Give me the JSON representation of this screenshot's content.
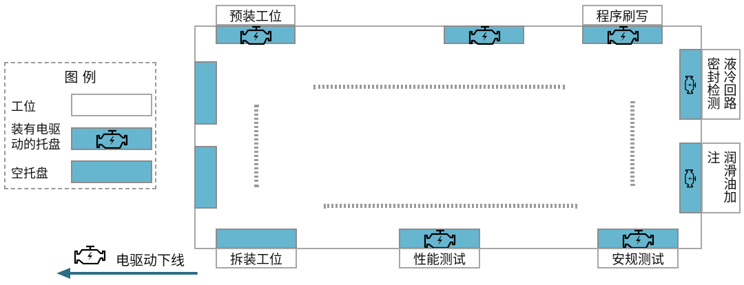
{
  "legend": {
    "title": "图 例",
    "station": "工位",
    "loaded_tray": "装有电驱动的托盘",
    "empty_tray": "空托盘"
  },
  "stations": {
    "preassembly": "预装工位",
    "programming": "程序刷写",
    "coolant_leak_test": "液冷回路密封检测",
    "oil_filling": "润滑油加注",
    "disassembly": "拆装工位",
    "performance_test": "性能测试",
    "safety_test": "安规测试"
  },
  "offline_label": "电驱动下线",
  "colors": {
    "tray": "#66b6d0",
    "arrow": "#2e6e85",
    "border": "#a6a6a6"
  }
}
